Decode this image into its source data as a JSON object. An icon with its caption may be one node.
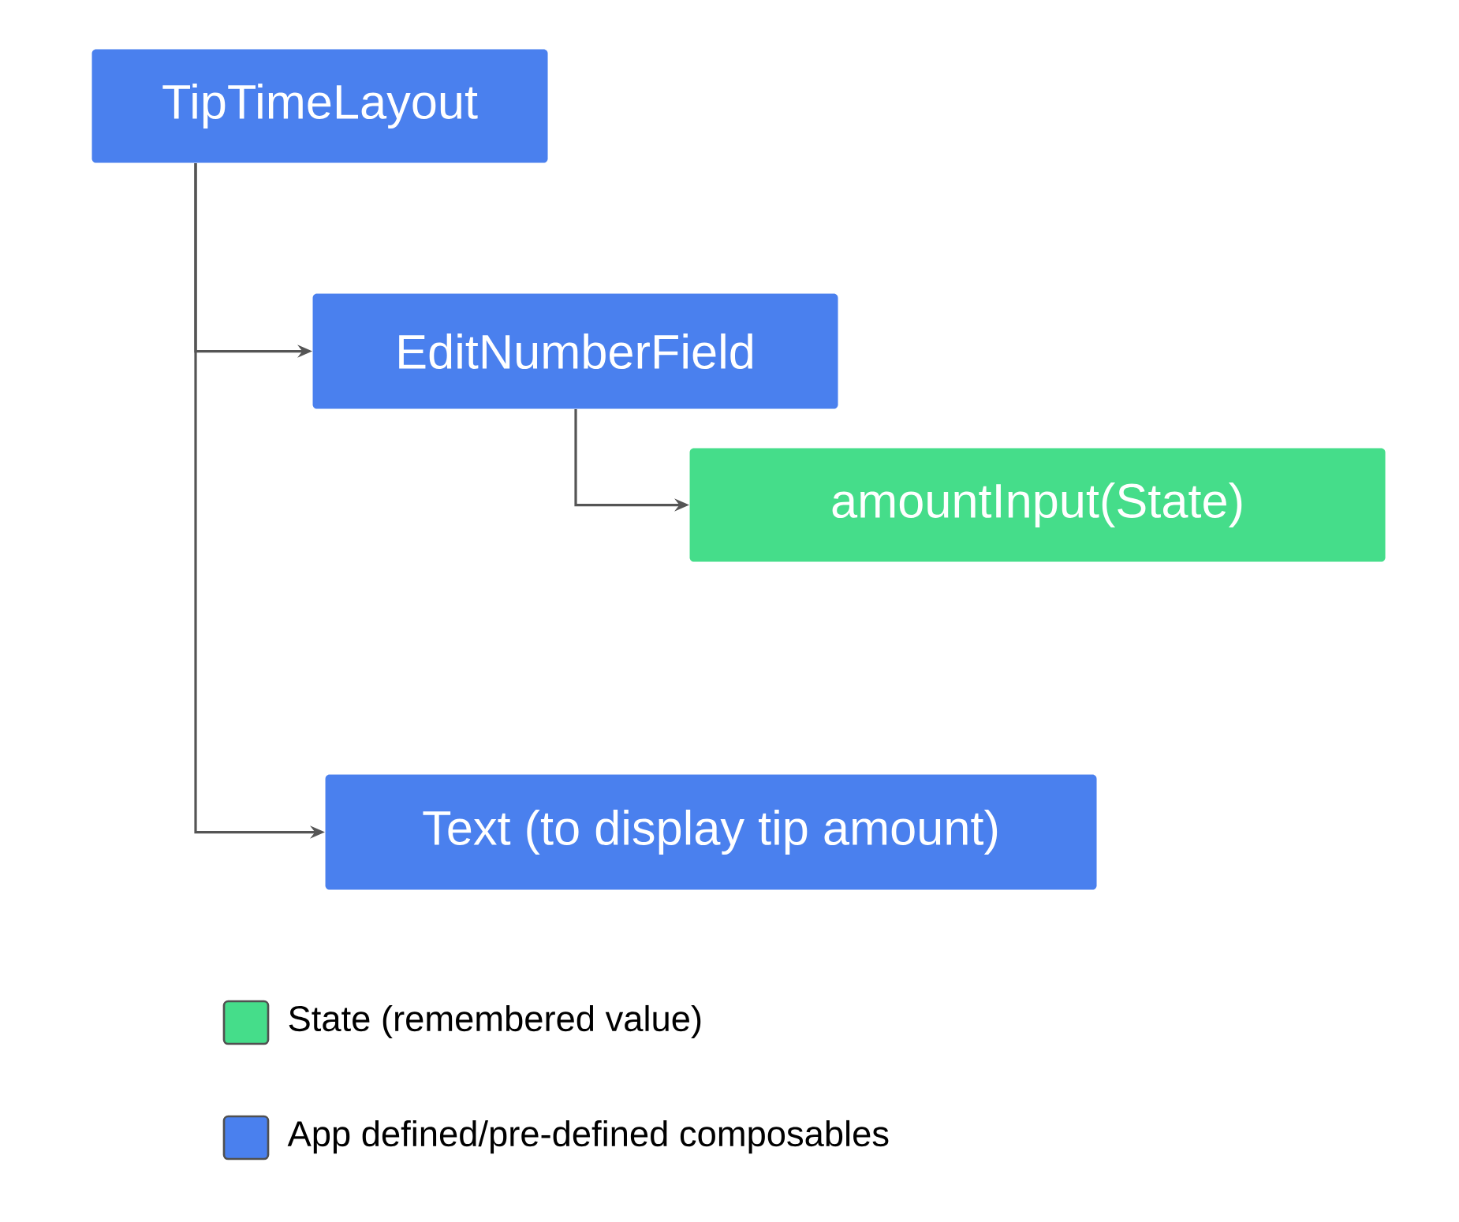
{
  "diagram": {
    "nodes": [
      {
        "text": [
          "TipTimeLayout"
        ]
      },
      {
        "text": [
          "EditNumberField"
        ]
      },
      {
        "text": [
          "amountInput(State)"
        ]
      },
      {
        "text": [
          "Text (to display tip amount)"
        ]
      }
    ],
    "edges": [
      {
        "from": 0,
        "to": 1,
        "arrow": "to"
      },
      {
        "from": 1,
        "to": 2,
        "arrow": "to"
      },
      {
        "from": 0,
        "to": 3,
        "arrow": "to"
      }
    ],
    "legend": [
      {
        "text": "State (remembered value)",
        "color": "#45dd8a"
      },
      {
        "text": "App defined/pre-defined composables",
        "color": "#4a80ee"
      }
    ]
  }
}
